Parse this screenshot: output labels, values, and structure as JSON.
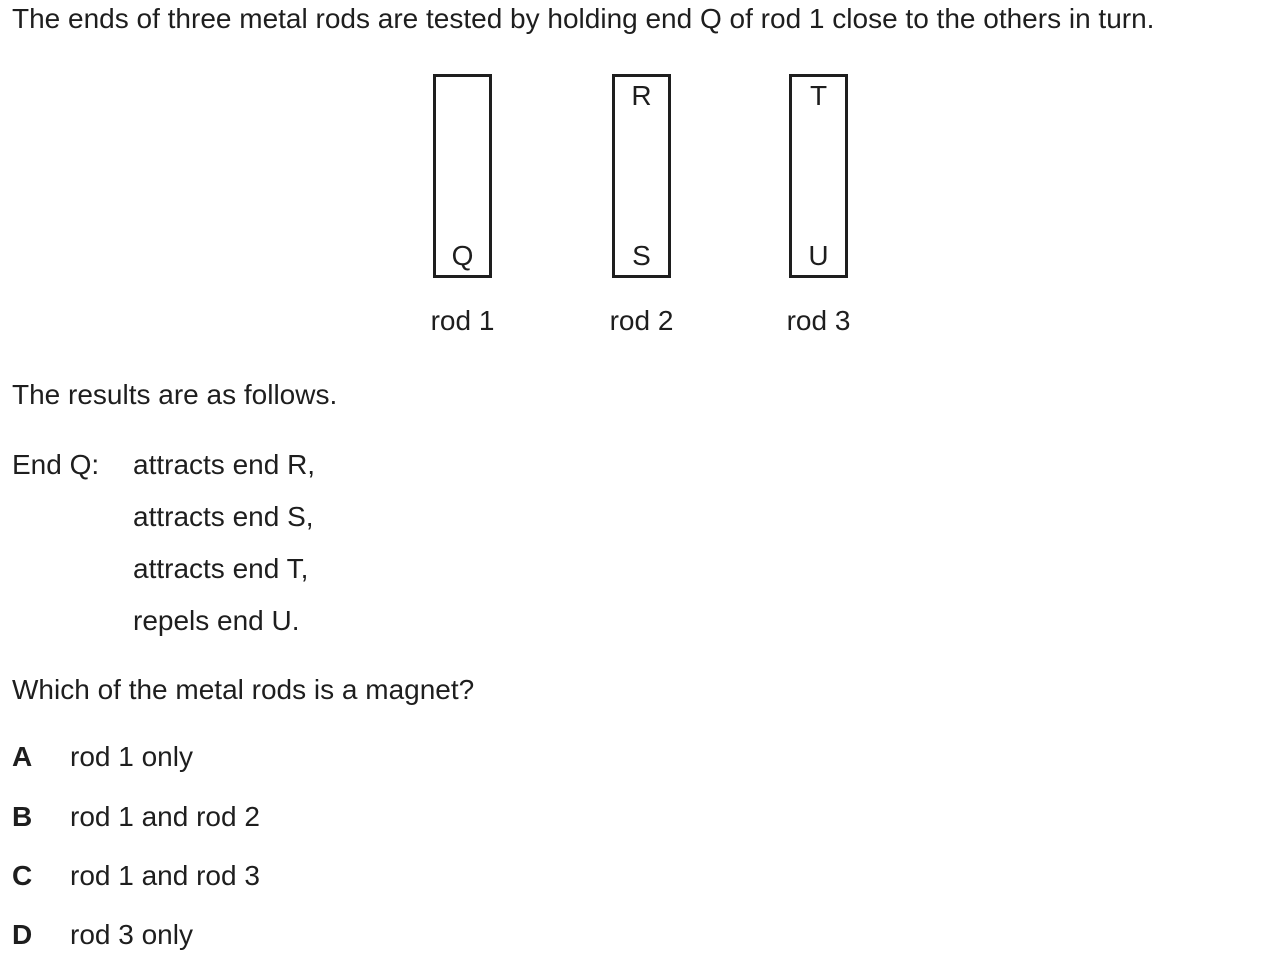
{
  "page": {
    "background": "#ffffff",
    "text_color": "#1e1e1e"
  },
  "question": {
    "intro": "The ends of three metal rods are tested by holding end Q of rod 1 close to the others in turn.",
    "results_intro": "The results are as follows.",
    "results_label": "End Q:",
    "results": [
      "attracts end R,",
      "attracts end S,",
      "attracts end T,",
      "repels end U."
    ],
    "prompt": "Which of the metal rods is a magnet?",
    "options": [
      {
        "letter": "A",
        "text": "rod 1 only"
      },
      {
        "letter": "B",
        "text": "rod 1 and rod 2"
      },
      {
        "letter": "C",
        "text": "rod 1 and rod 3"
      },
      {
        "letter": "D",
        "text": "rod 3 only"
      }
    ]
  },
  "diagram": {
    "rods": [
      {
        "label": "rod 1",
        "top_end": "",
        "bottom_end": "Q"
      },
      {
        "label": "rod 2",
        "top_end": "R",
        "bottom_end": "S"
      },
      {
        "label": "rod 3",
        "top_end": "T",
        "bottom_end": "U"
      }
    ]
  }
}
